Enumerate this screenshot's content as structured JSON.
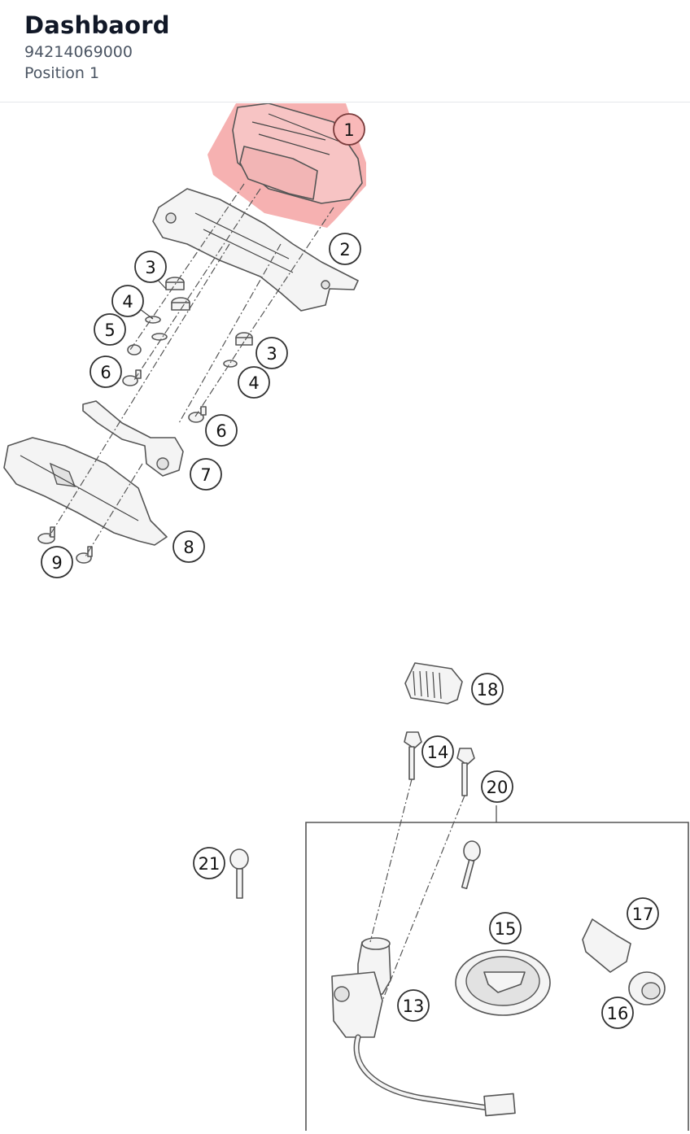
{
  "header": {
    "title": "Dashbaord",
    "part_number": "94214069000",
    "position": "Position 1"
  },
  "highlight_color": "#f5a3a3",
  "callouts": [
    "1",
    "2",
    "3",
    "4",
    "5",
    "6",
    "3",
    "4",
    "6",
    "7",
    "8",
    "9",
    "18",
    "14",
    "20",
    "21",
    "15",
    "17",
    "13",
    "16"
  ]
}
